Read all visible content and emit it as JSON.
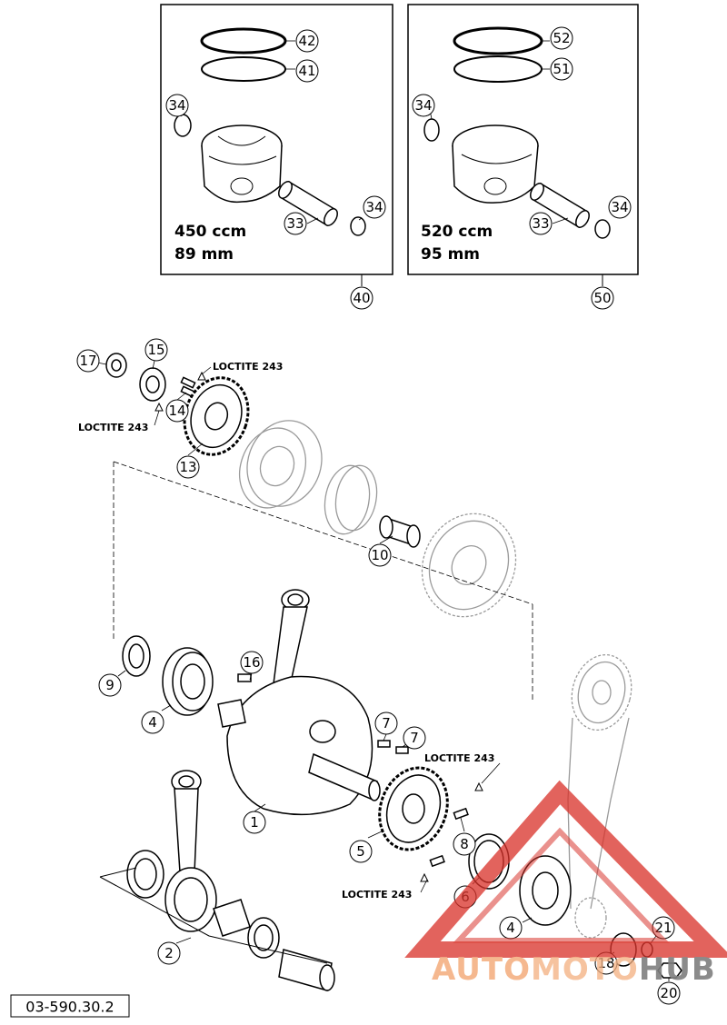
{
  "boxes": [
    {
      "line1": "450 ccm",
      "line2": "89 mm",
      "ref": "40"
    },
    {
      "line1": "520 ccm",
      "line2": "95 mm",
      "ref": "50"
    }
  ],
  "callouts": {
    "c42": "42",
    "c41": "41",
    "c34a": "34",
    "c33a": "33",
    "c34b": "34",
    "c52": "52",
    "c51": "51",
    "c34c": "34",
    "c33b": "33",
    "c34d": "34",
    "c17": "17",
    "c15": "15",
    "c14": "14",
    "c13": "13",
    "c10": "10",
    "c9": "9",
    "c4a": "4",
    "c16": "16",
    "c7a": "7",
    "c7b": "7",
    "c1": "1",
    "c5": "5",
    "c8": "8",
    "c6": "6",
    "c2": "2",
    "c4b": "4",
    "c21": "21",
    "c18": "18",
    "c20": "20"
  },
  "loctite_labels": [
    "LOCTITE 243",
    "LOCTITE 243",
    "LOCTITE 243",
    "LOCTITE 243"
  ],
  "part_code": "03-590.30.2",
  "watermark": {
    "part1": "AUTO",
    "part2": "MOTO",
    "part3": "HUB"
  },
  "colors": {
    "line": "#000000",
    "ghost": "#9a9a9a",
    "wm_red": "#d9342b",
    "wm_orange": "#f4b183",
    "wm_gray": "#7f7f7f"
  }
}
